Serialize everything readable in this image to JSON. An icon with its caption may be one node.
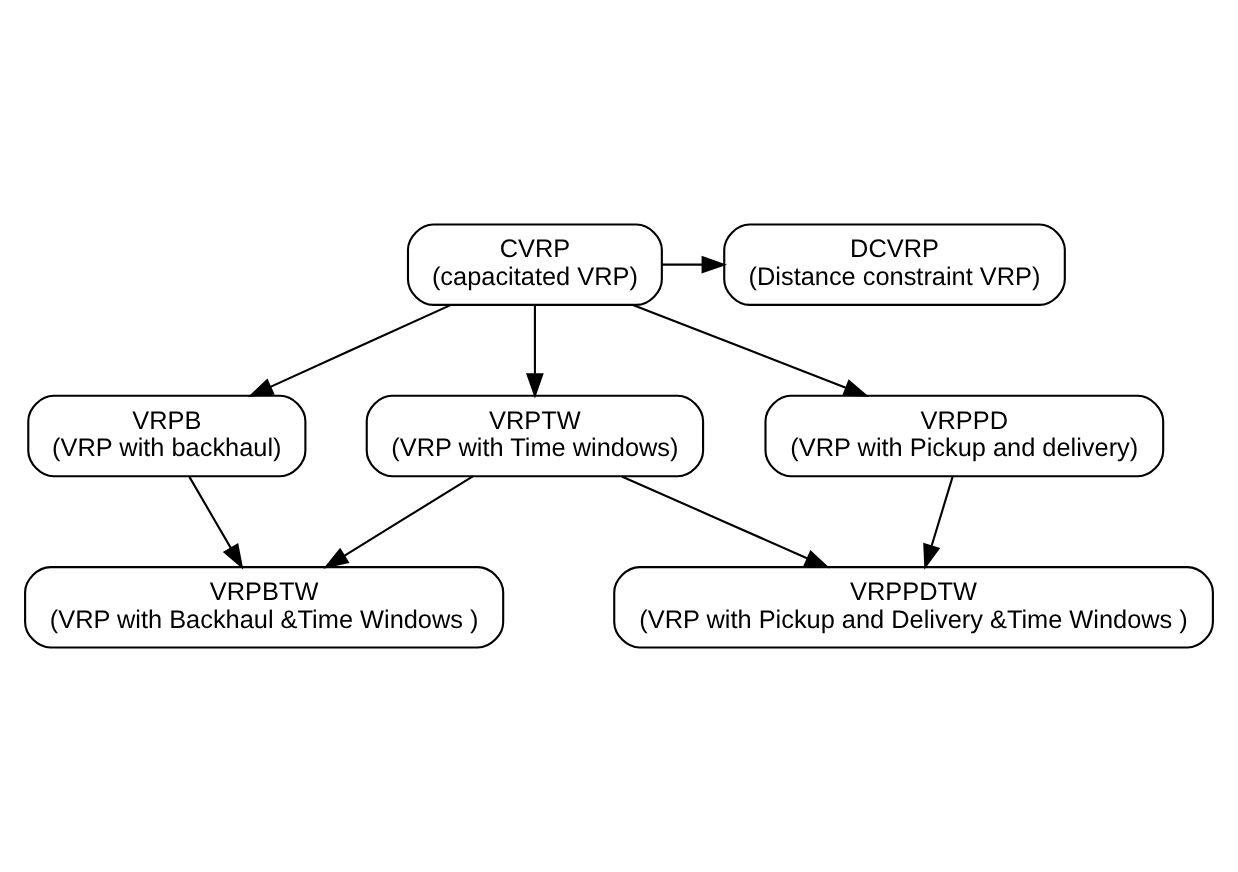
{
  "diagram": {
    "nodes": [
      {
        "text": [
          "CVRP",
          "(capacitated VRP)"
        ]
      },
      {
        "text": [
          "DCVRP",
          "(Distance constraint VRP)"
        ]
      },
      {
        "text": [
          "VRPB",
          "(VRP with backhaul)"
        ]
      },
      {
        "text": [
          "VRPTW",
          "(VRP with Time windows)"
        ]
      },
      {
        "text": [
          "VRPPD",
          "(VRP with Pickup and delivery)"
        ]
      },
      {
        "text": [
          "VRPBTW",
          "(VRP with Backhaul &Time Windows )"
        ]
      },
      {
        "text": [
          "VRPPDTW",
          "(VRP with Pickup and Delivery &Time Windows )"
        ]
      }
    ],
    "edges": [
      {
        "from": 0,
        "to": 1,
        "arrow": "to"
      },
      {
        "from": 0,
        "to": 2,
        "arrow": "to"
      },
      {
        "from": 0,
        "to": 3,
        "arrow": "to"
      },
      {
        "from": 0,
        "to": 4,
        "arrow": "to"
      },
      {
        "from": 2,
        "to": 5,
        "arrow": "to"
      },
      {
        "from": 3,
        "to": 5,
        "arrow": "to"
      },
      {
        "from": 3,
        "to": 6,
        "arrow": "to"
      },
      {
        "from": 4,
        "to": 6,
        "arrow": "to"
      }
    ]
  }
}
